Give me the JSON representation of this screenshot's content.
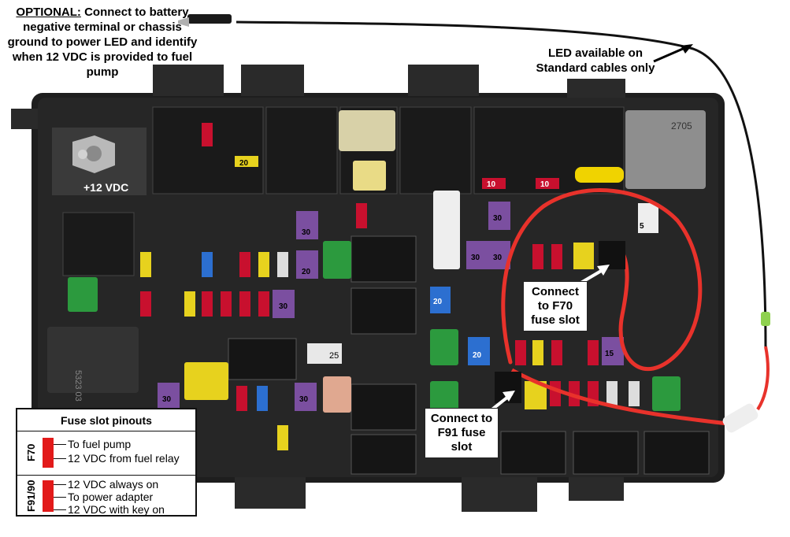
{
  "notes": {
    "optional_label": "OPTIONAL:",
    "optional_text": " Connect to battery negative terminal or chassis ground to power LED and identify when 12 VDC is provided to fuel pump",
    "led_available": "LED available on Standard cables only",
    "terminal_voltage": "+12 VDC"
  },
  "callouts": {
    "f70": "Connect to F70 fuse slot",
    "f91": "Connect to F91 fuse slot"
  },
  "legend": {
    "title": "Fuse slot pinouts",
    "groups": [
      {
        "name": "F70",
        "pins": [
          "To fuel pump",
          "12 VDC from fuel relay"
        ]
      },
      {
        "name": "F91/90",
        "pins": [
          "12 VDC always on",
          "To power adapter",
          "12 VDC with key on"
        ]
      }
    ]
  },
  "labels": {
    "relay_code_top": "2705",
    "relay_code_left": "5323 03",
    "fuse_25": "25",
    "fuse_20": "20",
    "fuse_30": "30",
    "fuse_10": "10",
    "fuse_15": "15",
    "fuse_5": "5"
  },
  "colors": {
    "wire_red": "#e8322b",
    "fuse_red": "#c8102e",
    "fuse_purple": "#7b4fa0",
    "fuse_green": "#2c9a3e",
    "fuse_yellow": "#e7d21e",
    "fuse_blue": "#2c6fd0",
    "fuse_tan": "#e0b870",
    "fuse_box": "#1e1e1e"
  }
}
